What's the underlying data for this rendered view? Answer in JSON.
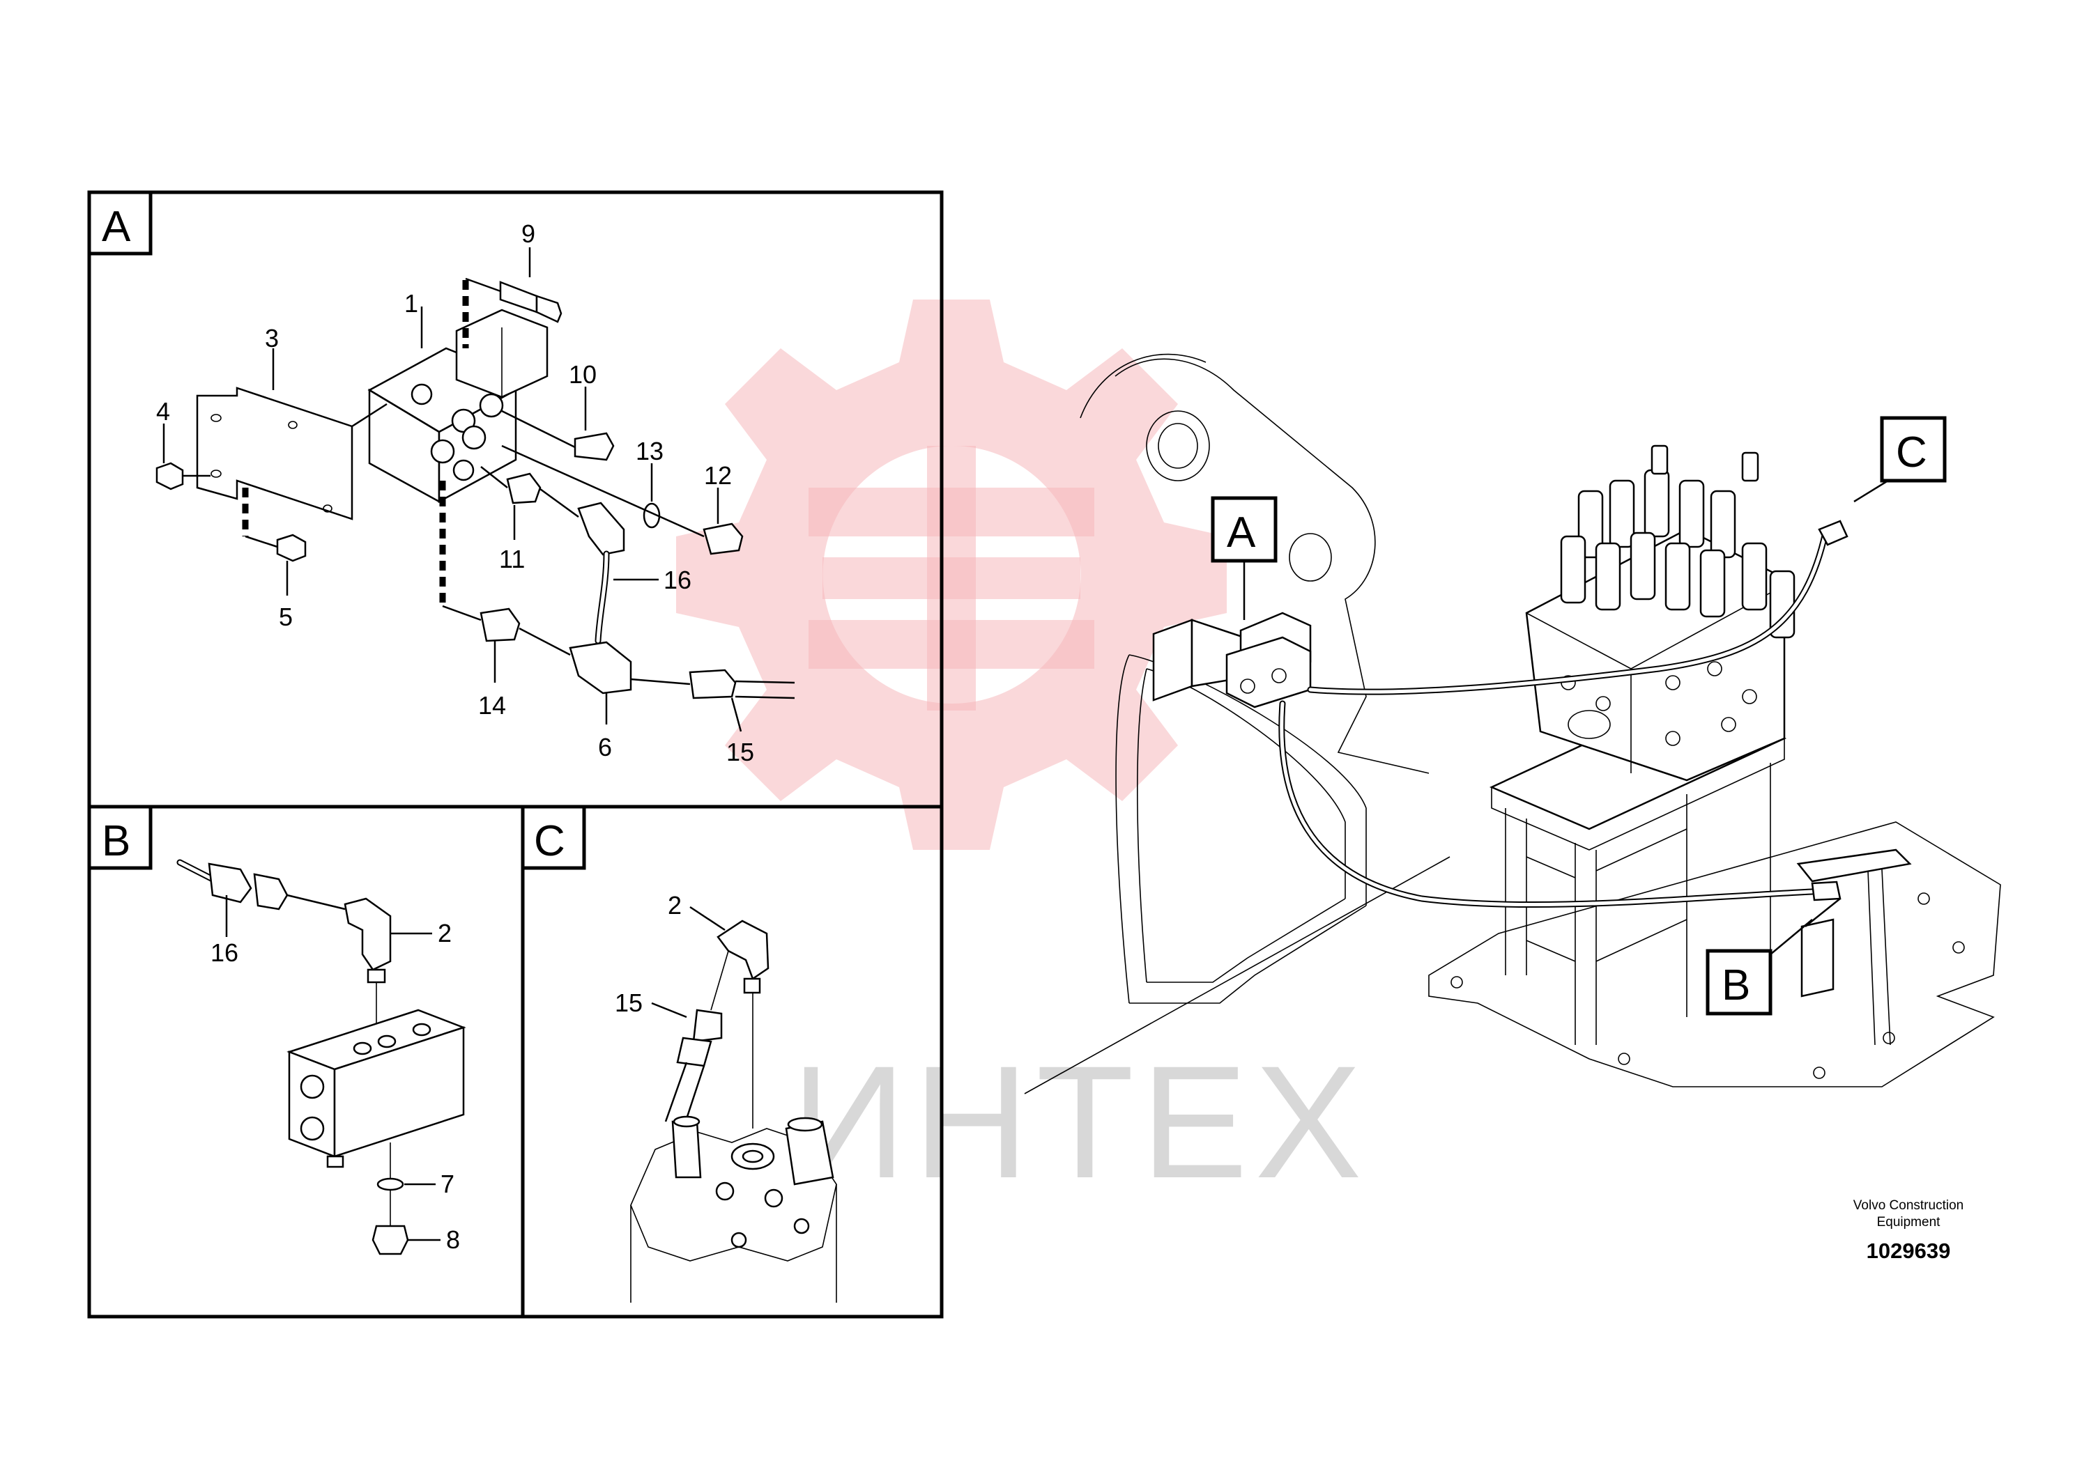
{
  "watermark": {
    "text": "ИНТЕХ",
    "color": "#f6b8bb"
  },
  "panels": {
    "A": {
      "label": "A",
      "callouts": [
        "9",
        "1",
        "3",
        "4",
        "10",
        "13",
        "12",
        "11",
        "16",
        "5",
        "14",
        "6",
        "15"
      ]
    },
    "B": {
      "label": "B",
      "callouts": [
        "16",
        "2",
        "7",
        "8"
      ]
    },
    "C": {
      "label": "C",
      "callouts": [
        "2",
        "15"
      ]
    }
  },
  "main_view": {
    "tags": [
      "A",
      "C",
      "B"
    ]
  },
  "footer": {
    "line1": "Volvo Construction",
    "line2": "Equipment",
    "drawing_number": "1029639"
  }
}
